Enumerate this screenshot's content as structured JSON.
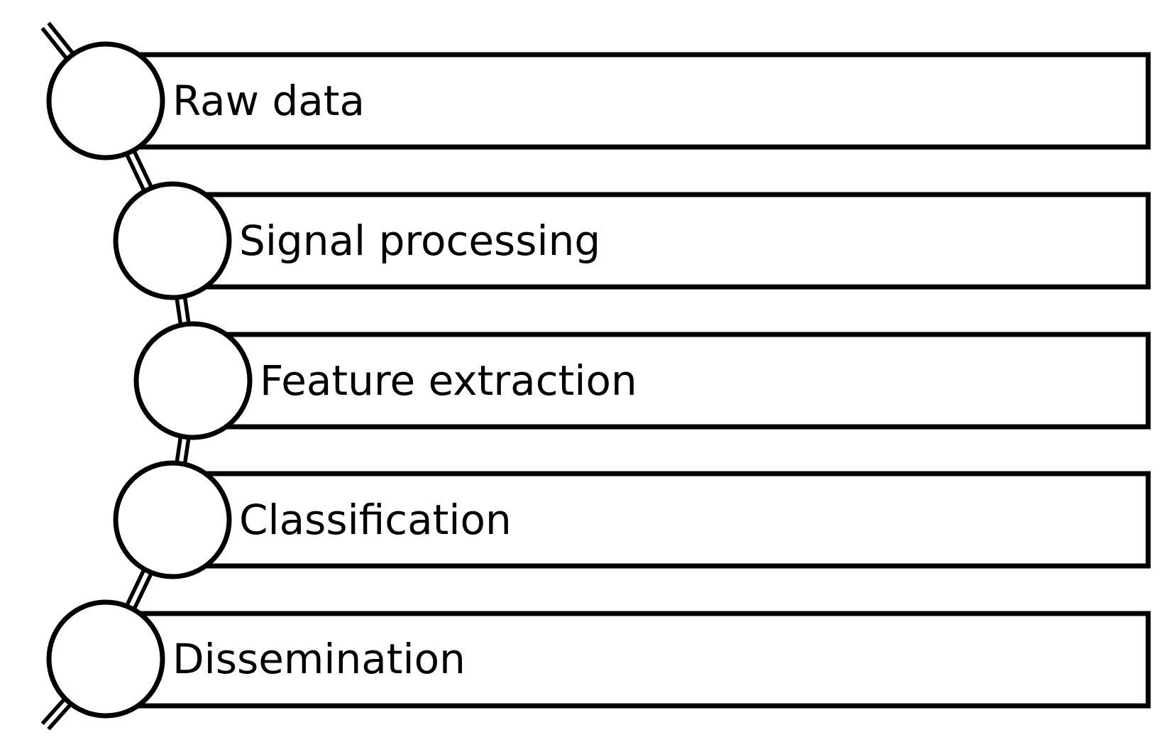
{
  "diagram": {
    "type": "vertical-process-list",
    "steps": [
      {
        "label": "Raw data"
      },
      {
        "label": "Signal processing"
      },
      {
        "label": "Feature extraction"
      },
      {
        "label": "Classification"
      },
      {
        "label": "Dissemination"
      }
    ],
    "colors": {
      "stroke": "#000000",
      "fill": "#ffffff"
    }
  }
}
